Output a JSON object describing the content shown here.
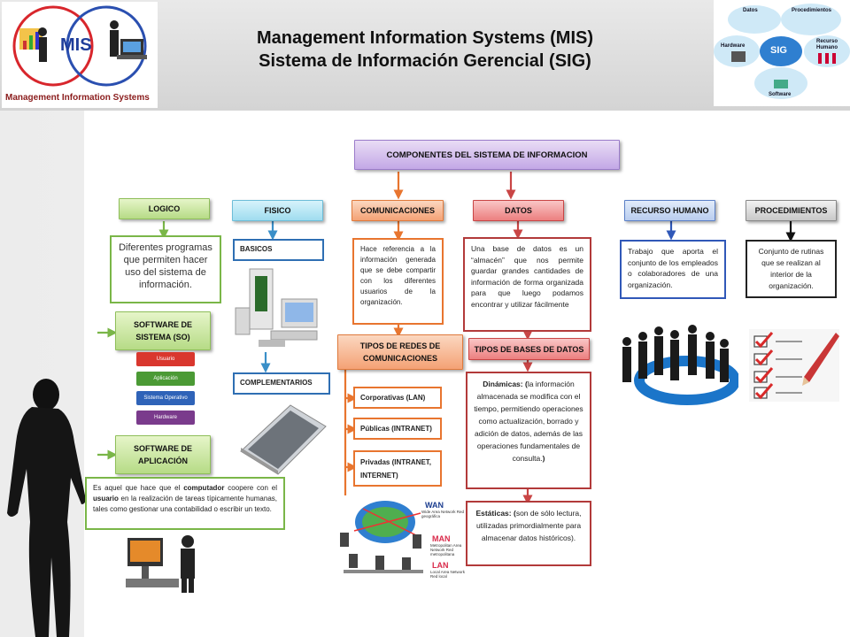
{
  "header": {
    "title_line1": "Management Information Systems (MIS)",
    "title_line2": "Sistema de Información Gerencial (SIG)",
    "logo_mis": "MIS",
    "logo_caption": "Management Information Systems",
    "right_logo": {
      "center": "SIG",
      "datos": "Datos",
      "procedimientos": "Procedimientos",
      "hardware": "Hardware",
      "recurso_humano": "Recurso Humano",
      "software": "Software"
    }
  },
  "diagram": {
    "root": "COMPONENTES DEL SISTEMA DE INFORMACION",
    "logico": {
      "title": "LOGICO",
      "desc": "Diferentes programas que permiten hacer uso del sistema de información.",
      "so": "SOFTWARE DE SISTEMA (SO)",
      "stack": [
        "Usuario",
        "Aplicación",
        "Sistema Operativo",
        "Hardware"
      ],
      "app": "SOFTWARE DE APLICACIÓN",
      "app_desc_1": "Es aquel que hace que el ",
      "app_desc_computador": "computador",
      "app_desc_2": " coopere con el ",
      "app_desc_usuario": "usuario",
      "app_desc_3": " en la realización de tareas típicamente humanas, tales como gestionar una contabilidad o escribir un texto."
    },
    "fisico": {
      "title": "FISICO",
      "basicos": "BASICOS",
      "complementarios": "COMPLEMENTARIOS"
    },
    "comunicaciones": {
      "title": "COMUNICACIONES",
      "desc": "Hace referencia a la información generada que se debe compartir con los diferentes usuarios de la organización.",
      "redes_title": "TIPOS DE REDES DE COMUNICACIONES",
      "redes": [
        "Corporativas (LAN)",
        "Públicas (INTRANET)",
        "Privadas (INTRANET, INTERNET)"
      ],
      "wan": "WAN",
      "wan_sub": "Wide Area Network Red geográfica",
      "man": "MAN",
      "man_sub": "Metropolitan Area Network Red metropolitana",
      "lan": "LAN",
      "lan_sub": "Local Area Network Red local"
    },
    "datos": {
      "title": "DATOS",
      "desc": "Una base de datos es un “almacén” que nos permite guardar grandes cantidades de información de forma organizada para que luego podamos encontrar y utilizar fácilmente",
      "tipos_title": "TIPOS DE BASES DE DATOS",
      "dinamicas_label": "Dinámicas: (",
      "dinamicas_text": "la información almacenada se modifica con el tiempo, permitiendo operaciones como actualización, borrado y adición de datos, además de las operaciones fundamentales de consulta.",
      "dinamicas_close": ")",
      "estaticas_label": "Estáticas: (",
      "estaticas_text": "son de sólo lectura, utilizadas primordialmente para almacenar datos históricos)."
    },
    "recurso_humano": {
      "title": "RECURSO HUMANO",
      "desc": "Trabajo que aporta el conjunto de los empleados o colaboradores de una organización."
    },
    "procedimientos": {
      "title": "PROCEDIMIENTOS",
      "desc": "Conjunto de rutinas que se realizan al interior de la organización."
    }
  }
}
